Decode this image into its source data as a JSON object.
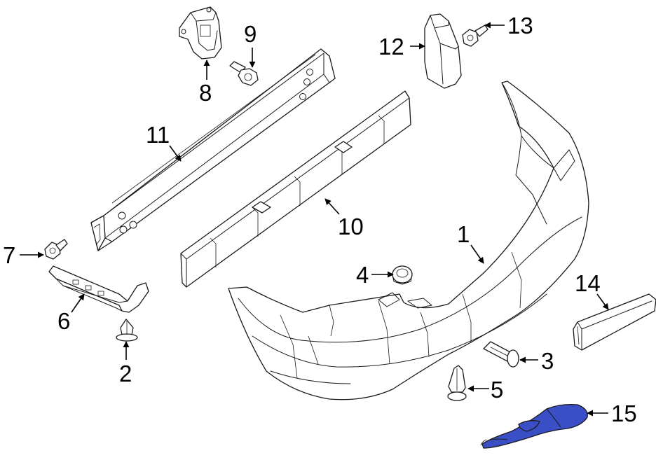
{
  "diagram": {
    "callouts": [
      {
        "id": "1",
        "label": "1"
      },
      {
        "id": "2",
        "label": "2"
      },
      {
        "id": "3",
        "label": "3"
      },
      {
        "id": "4",
        "label": "4"
      },
      {
        "id": "5",
        "label": "5"
      },
      {
        "id": "6",
        "label": "6"
      },
      {
        "id": "7",
        "label": "7"
      },
      {
        "id": "8",
        "label": "8"
      },
      {
        "id": "9",
        "label": "9"
      },
      {
        "id": "10",
        "label": "10"
      },
      {
        "id": "11",
        "label": "11"
      },
      {
        "id": "12",
        "label": "12"
      },
      {
        "id": "13",
        "label": "13"
      },
      {
        "id": "14",
        "label": "14"
      },
      {
        "id": "15",
        "label": "15"
      }
    ],
    "highlighted_part": "15",
    "colors": {
      "highlight": "#3a4fc6",
      "line": "#1a1a1a",
      "background": "#ffffff"
    }
  }
}
